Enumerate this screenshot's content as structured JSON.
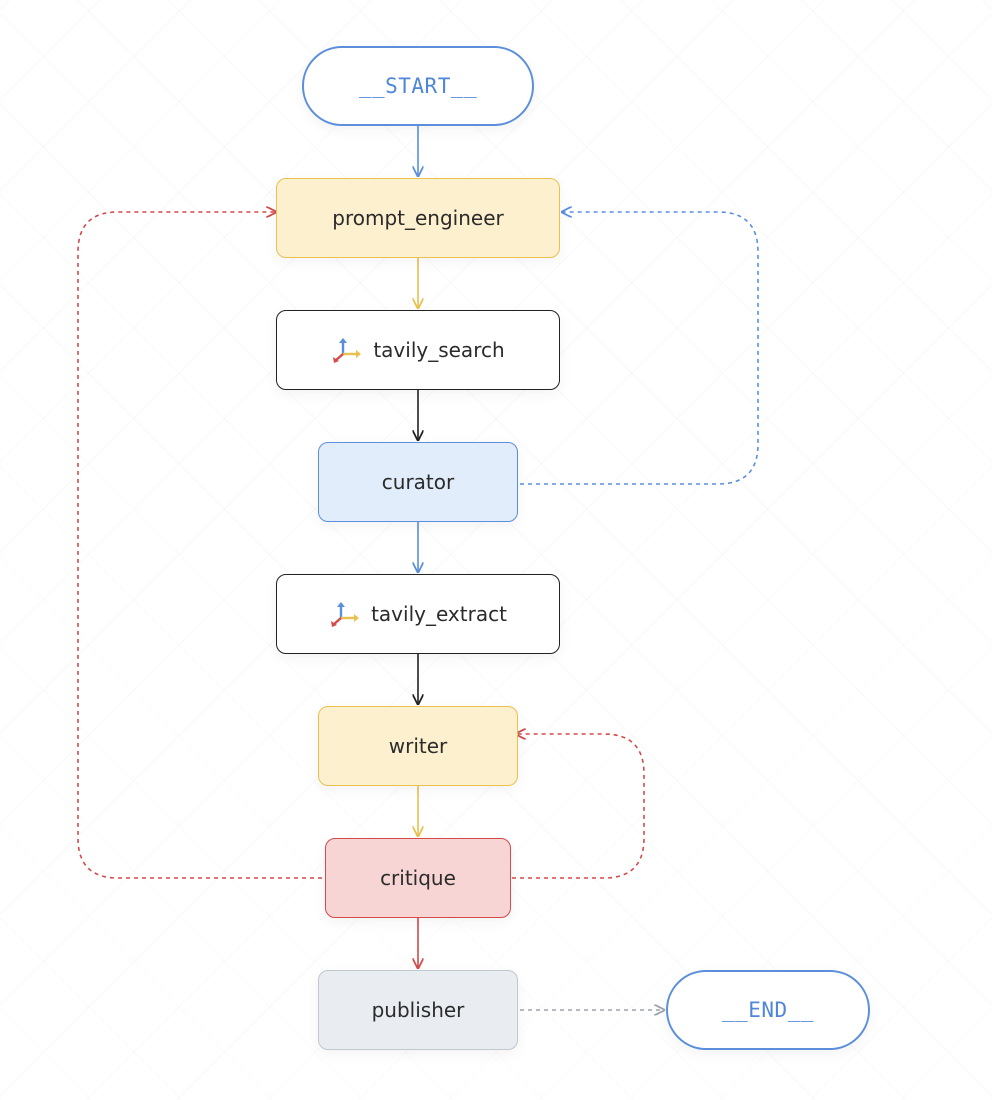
{
  "nodes": {
    "start": "__START__",
    "prompt_engineer": "prompt_engineer",
    "tavily_search": "tavily_search",
    "curator": "curator",
    "tavily_extract": "tavily_extract",
    "writer": "writer",
    "critique": "critique",
    "publisher": "publisher",
    "end": "__END__"
  },
  "icons": {
    "tool": "tool-axes-icon"
  },
  "colors": {
    "blue": "#5b8fdb",
    "yellow": "#eac04f",
    "red": "#d24a4a",
    "dark": "#222222",
    "gray": "#9aa3ad"
  }
}
